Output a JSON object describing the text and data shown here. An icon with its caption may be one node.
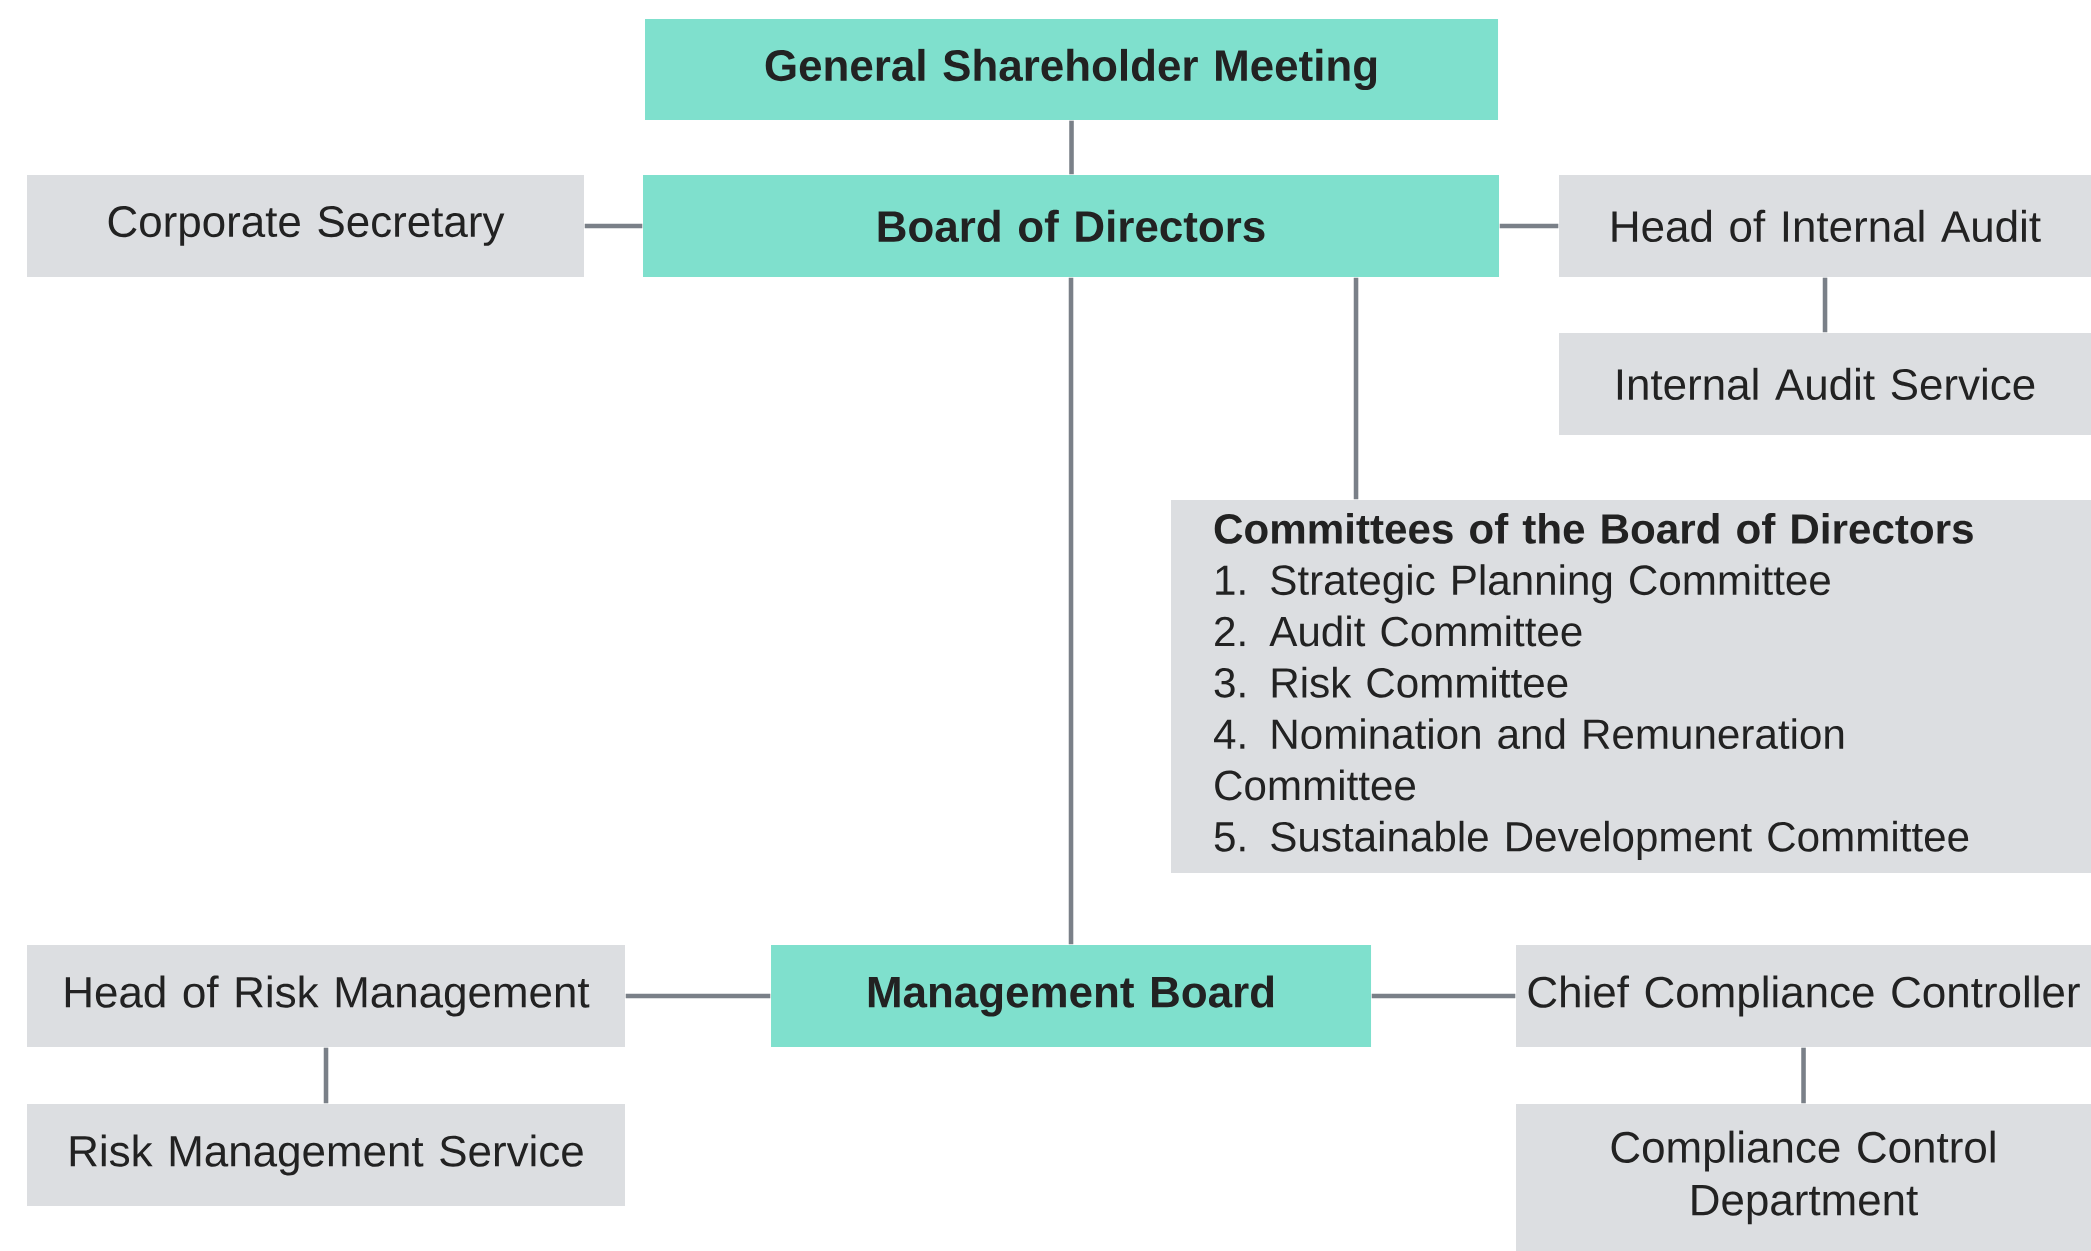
{
  "diagram": {
    "nodes": [
      {
        "text": [
          "General Shareholder Meeting"
        ]
      },
      {
        "text": [
          "Corporate Secretary"
        ]
      },
      {
        "text": [
          "Board of Directors"
        ]
      },
      {
        "text": [
          "Head of Internal Audit"
        ]
      },
      {
        "text": [
          "Internal Audit Service"
        ]
      },
      {
        "text": [
          "Committees of the Board of Directors",
          "1. Strategic Planning Committee",
          "2. Audit Committee",
          "3. Risk Committee",
          "4. Nomination and Remuneration Committee",
          "5. Sustainable Development Committee"
        ]
      },
      {
        "text": [
          "Head of Risk Management"
        ]
      },
      {
        "text": [
          "Management Board"
        ]
      },
      {
        "text": [
          "Chief Compliance Controller"
        ]
      },
      {
        "text": [
          "Risk Management Service"
        ]
      },
      {
        "text": [
          "Compliance Control Department"
        ]
      }
    ],
    "edges": [
      {
        "from": 0,
        "to": 2,
        "arrow": "none"
      },
      {
        "from": 1,
        "to": 2,
        "arrow": "none"
      },
      {
        "from": 2,
        "to": 3,
        "arrow": "none"
      },
      {
        "from": 3,
        "to": 4,
        "arrow": "none"
      },
      {
        "from": 2,
        "to": 5,
        "arrow": "none"
      },
      {
        "from": 2,
        "to": 7,
        "arrow": "none"
      },
      {
        "from": 6,
        "to": 7,
        "arrow": "none"
      },
      {
        "from": 7,
        "to": 8,
        "arrow": "none"
      },
      {
        "from": 6,
        "to": 9,
        "arrow": "none"
      },
      {
        "from": 8,
        "to": 10,
        "arrow": "none"
      }
    ]
  }
}
